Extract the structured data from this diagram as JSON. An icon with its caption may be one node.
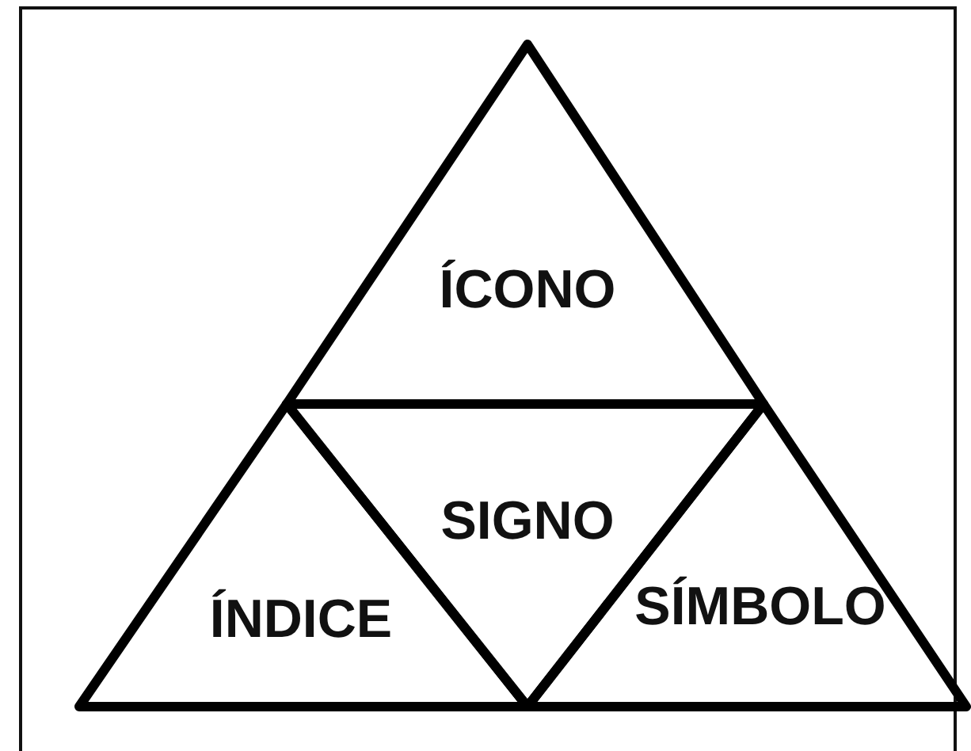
{
  "diagram": {
    "nodes": [
      {
        "text": [
          "ÍCONO"
        ]
      },
      {
        "text": [
          "ÍNDICE"
        ]
      },
      {
        "text": [
          "SIGNO"
        ]
      },
      {
        "text": [
          "SÍMBOLO"
        ]
      }
    ]
  }
}
